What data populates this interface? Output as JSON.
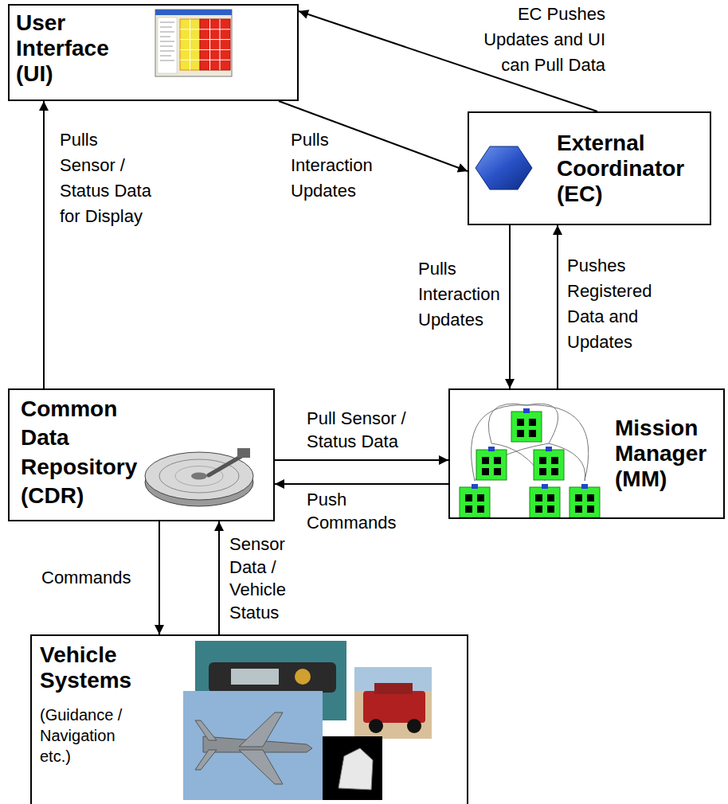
{
  "diagram": {
    "nodes": [
      {
        "text": [
          "User Interface (UI)"
        ]
      },
      {
        "text": [
          "External Coordinator (EC)"
        ]
      },
      {
        "text": [
          "Common Data Repository (CDR)"
        ]
      },
      {
        "text": [
          "Mission Manager (MM)"
        ]
      },
      {
        "text": [
          "Vehicle Systems",
          "(Guidance / Navigation etc.)"
        ]
      }
    ],
    "edges": [
      {
        "from": 1,
        "to": 0,
        "arrow": "to",
        "label": "EC Pushes Updates and UI can Pull Data"
      },
      {
        "from": 0,
        "to": 1,
        "arrow": "to",
        "label": "Pulls Interaction Updates"
      },
      {
        "from": 1,
        "to": 3,
        "arrow": "to",
        "label": "Pulls Interaction Updates"
      },
      {
        "from": 3,
        "to": 1,
        "arrow": "to",
        "label": "Pushes Registered Data and Updates"
      },
      {
        "from": 2,
        "to": 0,
        "arrow": "to",
        "label": "Pulls Sensor / Status Data for Display"
      },
      {
        "from": 2,
        "to": 3,
        "arrow": "to",
        "label": "Pull Sensor / Status Data"
      },
      {
        "from": 3,
        "to": 2,
        "arrow": "to",
        "label": "Push Commands"
      },
      {
        "from": 2,
        "to": 4,
        "arrow": "to",
        "label": "Commands"
      },
      {
        "from": 4,
        "to": 2,
        "arrow": "to",
        "label": "Sensor Data / Vehicle Status"
      }
    ]
  }
}
